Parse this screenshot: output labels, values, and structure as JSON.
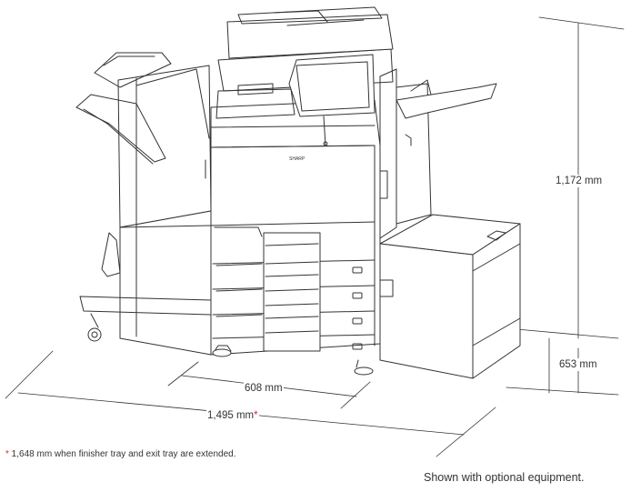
{
  "dimensions": {
    "height": "1,172 mm",
    "depth": "653 mm",
    "machine_width": "608 mm",
    "total_width": "1,495 mm",
    "total_width_mark": "*"
  },
  "brand_logo_text": "SHARP",
  "footnote": {
    "mark": "*",
    "text": " 1,648 mm when finisher tray and exit tray are extended."
  },
  "caption": "Shown with optional equipment.",
  "colors": {
    "line": "#333333",
    "asterisk": "#d9262b"
  }
}
